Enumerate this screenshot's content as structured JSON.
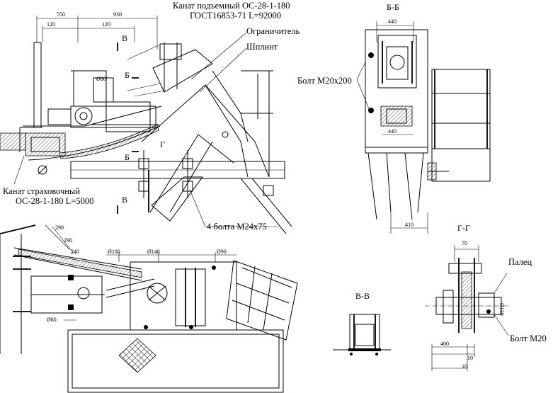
{
  "labels": {
    "lifting_rope_line1": "Канат подъемный ОС-28-1-180",
    "lifting_rope_line2": "ГОСТ16853-71 L=92000",
    "limiter": "Ограничитель",
    "pin_shplint": "Шплинт",
    "bolt_m20x200": "Болт М20х200",
    "safety_rope_line1": "Канат страховочный",
    "safety_rope_line2": "ОС-28-1-180 L=5000",
    "bolts_m24x75": "4 болта М24х75",
    "finger": "Палец",
    "bolt_m20": "Болт М20"
  },
  "views": {
    "b_b": "Б-Б",
    "v_v": "В-В",
    "g_g": "Г-Г",
    "v_mark": "В",
    "b_mark": "Б",
    "g_mark": "Г"
  },
  "dimensions": {
    "d550": "550",
    "d930": "930",
    "d120a": "120",
    "d120b": "120",
    "d80": "Ø80",
    "d440a": "440",
    "d440b": "440",
    "d410": "410",
    "d290a": "290",
    "d290b": "290",
    "d240": "240",
    "d100": "Ø100",
    "d140": "Ø140",
    "d90": "Ø90",
    "d80b": "Ø80",
    "d70": "70",
    "d400": "400",
    "d10a": "10",
    "d10b": "10",
    "d130": "Ø130"
  }
}
